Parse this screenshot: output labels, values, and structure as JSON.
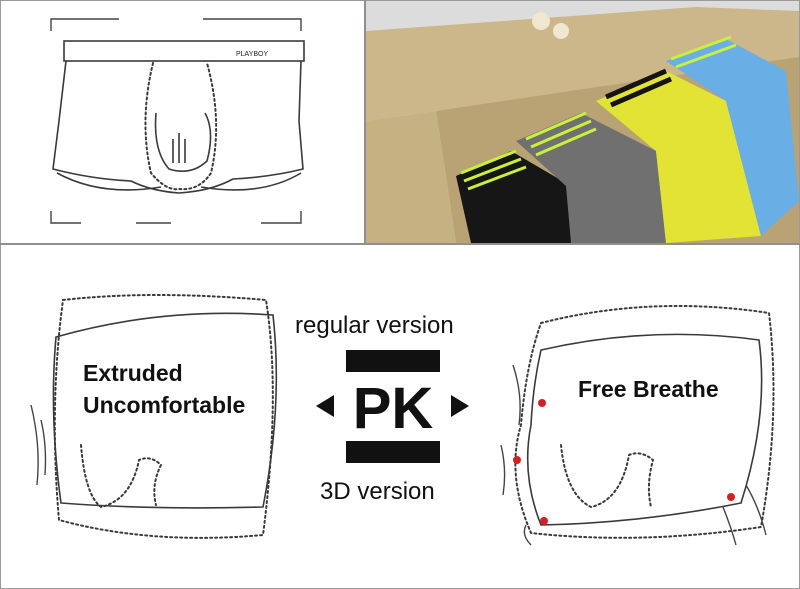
{
  "brand_band_text": "PLAYBOY",
  "captions": {
    "regular_version": "regular version",
    "three_d_version": "3D version",
    "extruded_line1": "Extruded",
    "extruded_line2": "Uncomfortable",
    "free_breathe": "Free Breathe",
    "pk": "PK"
  },
  "colors": {
    "box": "#cdb88c",
    "box_inner": "#b9a374",
    "trim_black": "#141414",
    "trim_stripe": "#c8f03c",
    "garment_black": "#161616",
    "garment_grey": "#707070",
    "garment_yellow": "#e3e335",
    "garment_blue": "#6aaee6",
    "marker_red": "#d42020"
  }
}
